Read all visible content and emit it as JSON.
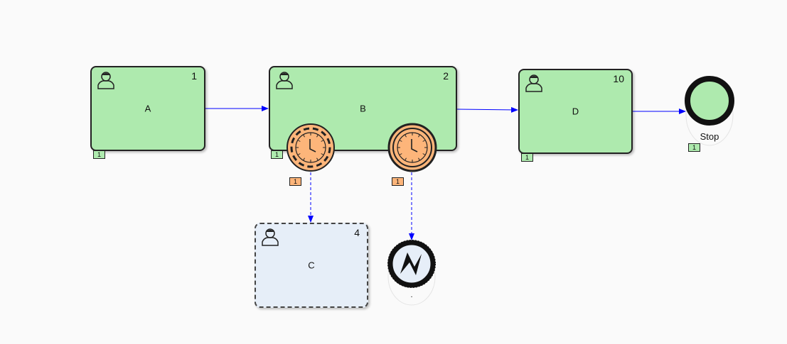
{
  "tasks": {
    "a": {
      "label": "A",
      "number": "1",
      "badge": "1"
    },
    "b": {
      "label": "B",
      "number": "2",
      "badge": "1"
    },
    "c": {
      "label": "C",
      "number": "4"
    },
    "d": {
      "label": "D",
      "number": "10",
      "badge": "1"
    }
  },
  "timers": [
    {
      "badge": "1"
    },
    {
      "badge": "1"
    }
  ],
  "end_event": {
    "label": "Stop",
    "badge": "1"
  },
  "error_event": {
    "label": "."
  },
  "colors": {
    "task_fill": "#aeeaae",
    "timer_fill": "#fdb57a",
    "subtask_fill": "#e6eef8",
    "flow": "#0000ff"
  }
}
